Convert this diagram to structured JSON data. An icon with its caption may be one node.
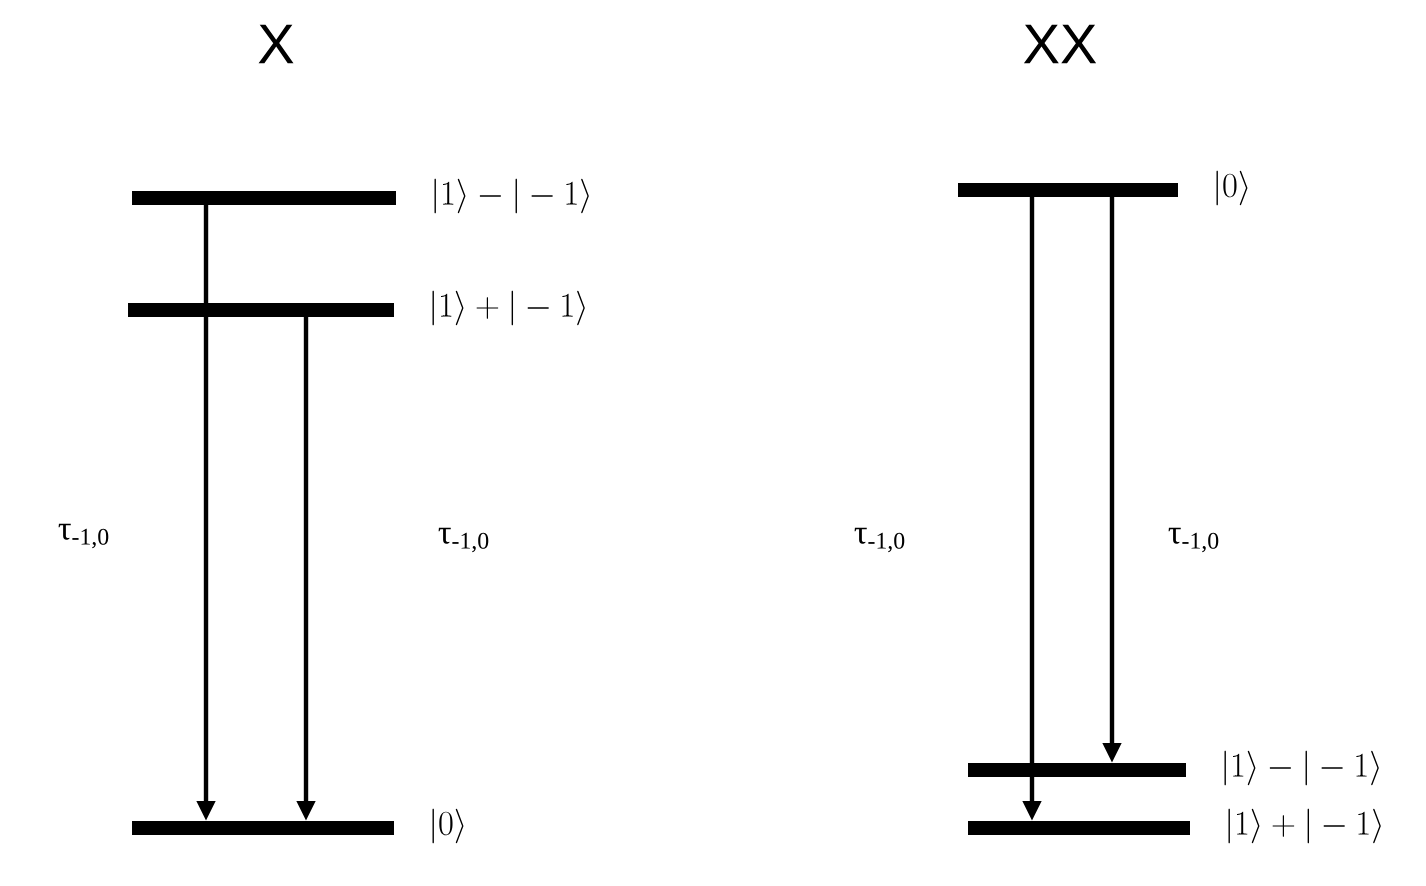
{
  "diagram": {
    "nodes": [
      {
        "text": [],
        "shape": "bar",
        "beside": [
          "|1\\rangle - |-1\\rangle"
        ]
      },
      {
        "text": [],
        "shape": "bar",
        "beside": [
          "|1\\rangle + |-1\\rangle"
        ]
      },
      {
        "text": [],
        "shape": "bar",
        "beside": [
          "|0\\rangle"
        ]
      },
      {
        "text": [],
        "shape": "bar",
        "beside": [
          "|0\\rangle"
        ]
      },
      {
        "text": [],
        "shape": "bar",
        "beside": [
          "|1\\rangle - |-1\\rangle"
        ]
      },
      {
        "text": [],
        "shape": "bar",
        "beside": [
          "|1\\rangle + |-1\\rangle"
        ]
      }
    ],
    "edges": [
      {
        "from": 0,
        "to": 2,
        "arrow": "to",
        "label": "τ$_{-1,0}$"
      },
      {
        "from": 1,
        "to": 2,
        "arrow": "to",
        "label": "τ$_{-1,0}$"
      },
      {
        "from": 3,
        "to": 5,
        "arrow": "to",
        "label": "τ$_{-1,0}$"
      },
      {
        "from": 3,
        "to": 4,
        "arrow": "to",
        "label": "τ$_{-1,0}$"
      }
    ],
    "labels": [
      "X",
      "XX"
    ]
  }
}
